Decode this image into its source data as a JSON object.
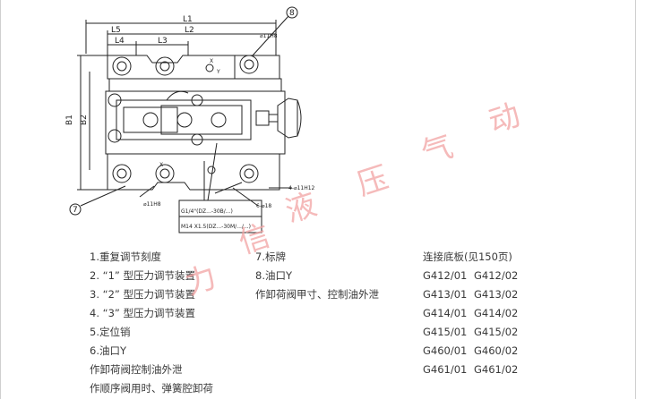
{
  "drawing": {
    "dimensions": {
      "L1": "L1",
      "L2": "L2",
      "L3": "L3",
      "L4": "L4",
      "L5": "L5",
      "B1": "B1",
      "B2": "B2"
    },
    "callout_8": "8",
    "callout_7": "7",
    "hole_top": "⌀11H8",
    "hole_bottom": "⌀11H8",
    "four_holes": "4-⌀11H12",
    "six_holes": "6-⌀18",
    "port_x": "X",
    "port_y": "Y",
    "thread_1": "G1/4\"(DZ...-30B/...)",
    "thread_2": "M14 X1.5(DZ...-30M/.../...)"
  },
  "legend": {
    "col1": [
      "1.重复调节刻度",
      "2. “1” 型压力调节装置",
      "3. “2” 型压力调节装置",
      "4. “3” 型压力调节装置",
      "5.定位销",
      "6.油口Y",
      "作卸荷阀控制油外泄",
      "作顺序阀用时、弹簧腔卸荷"
    ],
    "col2": [
      "7.标牌",
      "8.油口Y",
      "作卸荷阀甲寸、控制油外泄"
    ],
    "col3_title": "连接底板(见150页)",
    "col3_rows": [
      [
        "G412/01",
        "G412/02"
      ],
      [
        "G413/01",
        "G413/02"
      ],
      [
        "G414/01",
        "G414/02"
      ],
      [
        "G415/01",
        "G415/02"
      ],
      [
        "G460/01",
        "G460/02"
      ],
      [
        "G461/01",
        "G461/02"
      ]
    ]
  },
  "watermark": [
    "力",
    "信",
    "液",
    "压",
    "气",
    "动"
  ],
  "colors": {
    "watermark": "#f2a3a3",
    "line": "#222222",
    "text": "#3a3a3a"
  }
}
